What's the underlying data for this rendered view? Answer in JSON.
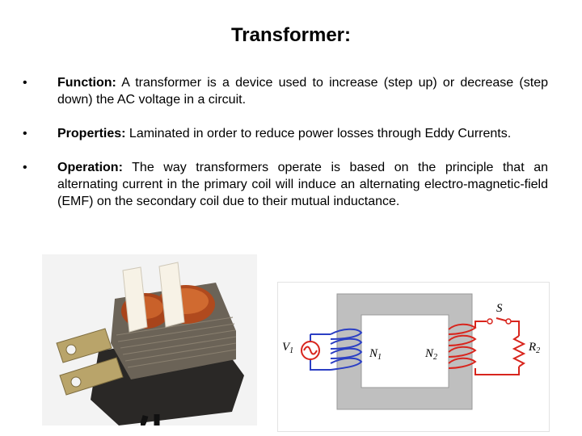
{
  "slide": {
    "title": "Transformer:"
  },
  "bullets": [
    {
      "mark": "•",
      "term": "Function:",
      "text": " A transformer is a device used to increase (step up) or decrease (step down) the AC voltage in a circuit."
    },
    {
      "mark": "•",
      "term": "Properties:",
      "text": " Laminated in order to reduce power losses through Eddy Currents."
    },
    {
      "mark": "•",
      "term": "Operation:",
      "text": " The way transformers operate is based on the principle that an alternating current in the primary coil will induce an alternating electro-magnetic-field (EMF) on the secondary coil due to their mutual inductance."
    }
  ],
  "diagram": {
    "source_label": "V",
    "source_sub": "1",
    "primary_label": "N",
    "primary_sub": "1",
    "secondary_label": "N",
    "secondary_sub": "2",
    "switch_label": "S",
    "load_label": "R",
    "load_sub": "2",
    "colors": {
      "primary_circuit": "#2b3fc4",
      "secondary_circuit": "#d8251d",
      "core": "#bfbfbf"
    }
  }
}
